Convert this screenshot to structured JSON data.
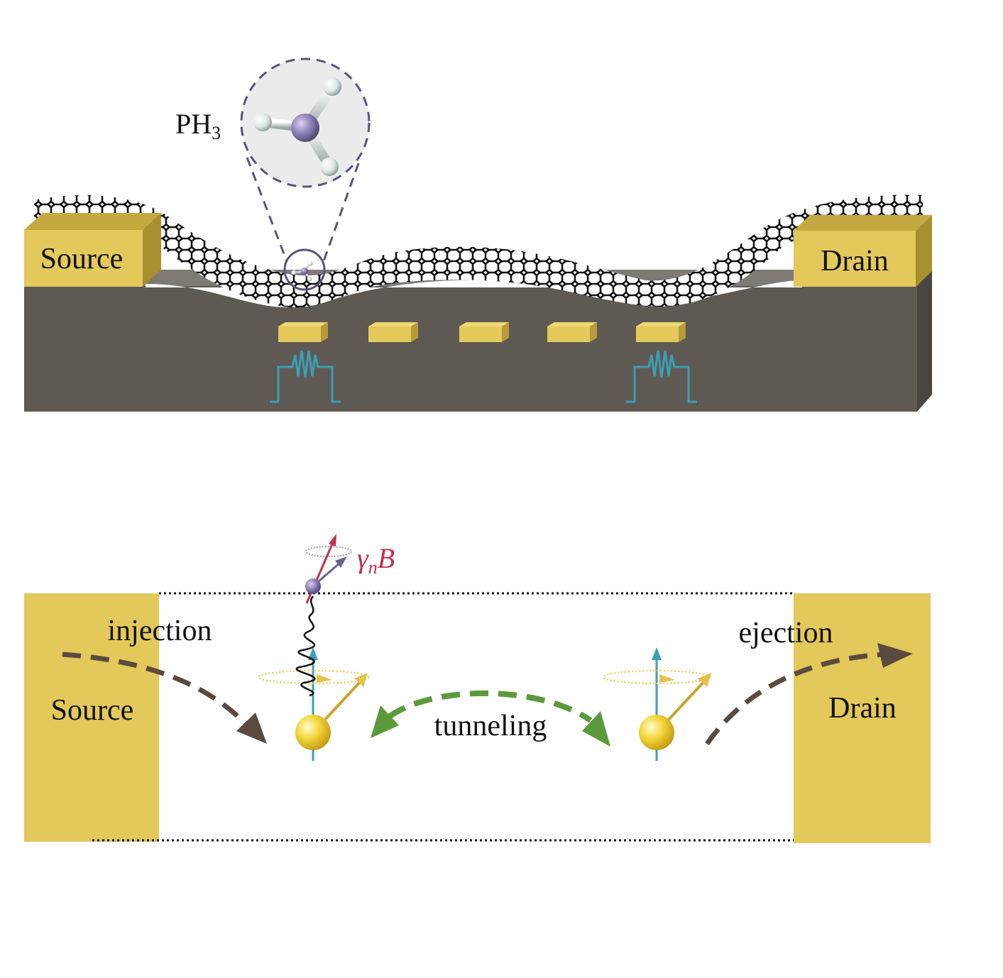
{
  "top_panel": {
    "molecule_label": "PH",
    "molecule_subscript": "3",
    "source_label": "Source",
    "drain_label": "Drain",
    "gate_count": 5
  },
  "bottom_panel": {
    "source_label": "Source",
    "drain_label": "Drain",
    "injection_label": "injection",
    "ejection_label": "ejection",
    "tunneling_label": "tunneling",
    "field_label_gamma": "γ",
    "field_label_sub": "n",
    "field_label_B": "B"
  },
  "colors": {
    "gold": "#e3c85a",
    "gold_dark": "#b89a3a",
    "substrate": "#5f5953",
    "substrate_top": "#807a74",
    "substrate_side": "#4a4540",
    "graphene": "#141414",
    "pulse": "#3a9fb5",
    "arrow_brown": "#5b4a40",
    "arrow_green": "#5a9a3a",
    "field_red": "#c0334a",
    "phosphorus": "#8f84b8",
    "spin_yellow": "#f2d23a",
    "circle_dash": "#5a5478"
  }
}
